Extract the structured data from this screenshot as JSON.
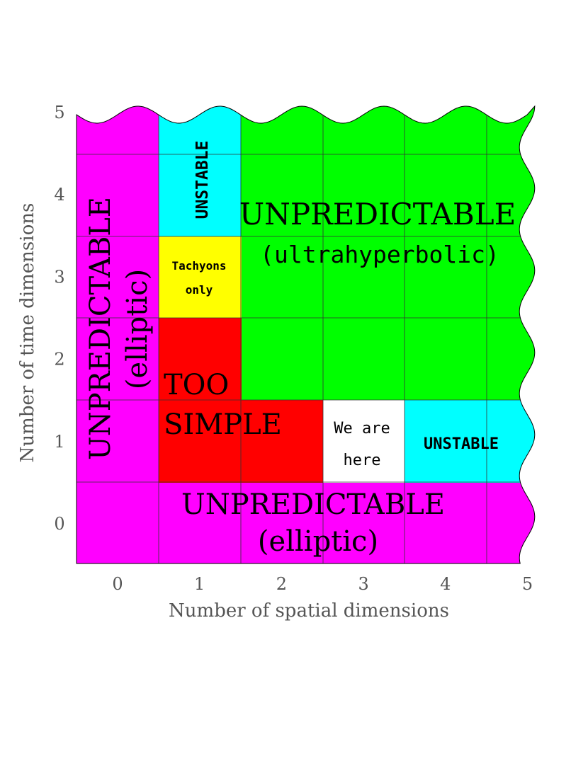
{
  "chart_data": {
    "type": "heatmap",
    "x_axis": {
      "label": "Number of spatial dimensions",
      "ticks": [
        "0",
        "1",
        "2",
        "3",
        "4",
        "5"
      ]
    },
    "y_axis": {
      "label": "Number of time dimensions",
      "ticks": [
        "0",
        "1",
        "2",
        "3",
        "4",
        "5"
      ]
    },
    "regions": [
      {
        "id": "left-elliptic",
        "line1": "UNPREDICTABLE",
        "line2": "(elliptic)",
        "color": "#ff00ff"
      },
      {
        "id": "bottom-elliptic",
        "line1": "UNPREDICTABLE",
        "line2": "(elliptic)",
        "color": "#ff00ff"
      },
      {
        "id": "unstable-top",
        "line1": "UNSTABLE",
        "color": "#00ffff"
      },
      {
        "id": "unstable-right",
        "line1": "UNSTABLE",
        "color": "#00ffff"
      },
      {
        "id": "ultrahyperbolic",
        "line1": "UNPREDICTABLE",
        "line2": "(ultrahyperbolic)",
        "color": "#00ff00"
      },
      {
        "id": "tachyons",
        "line1": "Tachyons",
        "line2": "only",
        "color": "#ffff00"
      },
      {
        "id": "too-simple",
        "line1": "TOO",
        "line2": "SIMPLE",
        "color": "#ff0000"
      },
      {
        "id": "we-are-here",
        "line1": "We are",
        "line2": "here",
        "color": "#ffffff"
      }
    ]
  }
}
